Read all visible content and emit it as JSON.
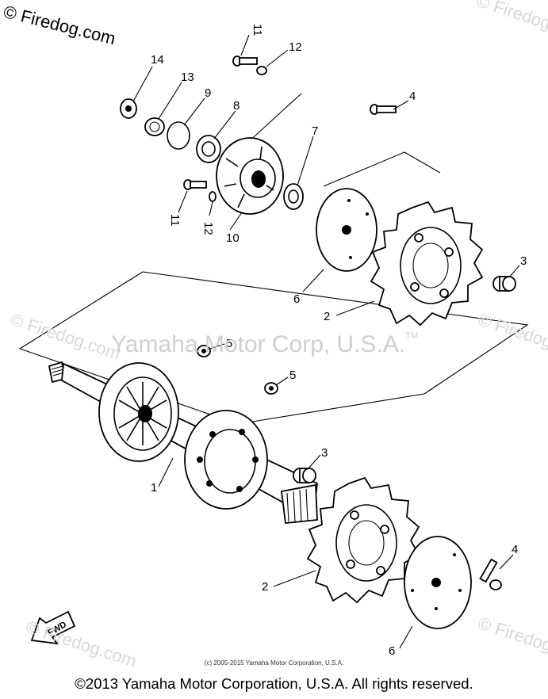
{
  "watermark": {
    "main": "© Firedog.com",
    "faint": "© Firedog.com"
  },
  "center_copyright": {
    "text": "Yamaha Motor Corp, U.S.A.",
    "tm": "TM"
  },
  "callouts": [
    "1",
    "2",
    "3",
    "4",
    "5",
    "6",
    "7",
    "8",
    "9",
    "10",
    "11",
    "12",
    "13",
    "14"
  ],
  "fwd_label": "FWD",
  "small_copyright": "(c) 2005-2015 Yamaha Motor Corporation, U.S.A.",
  "bottom_copyright": "©2013 Yamaha Motor Corporation, U.S.A. All rights reserved."
}
